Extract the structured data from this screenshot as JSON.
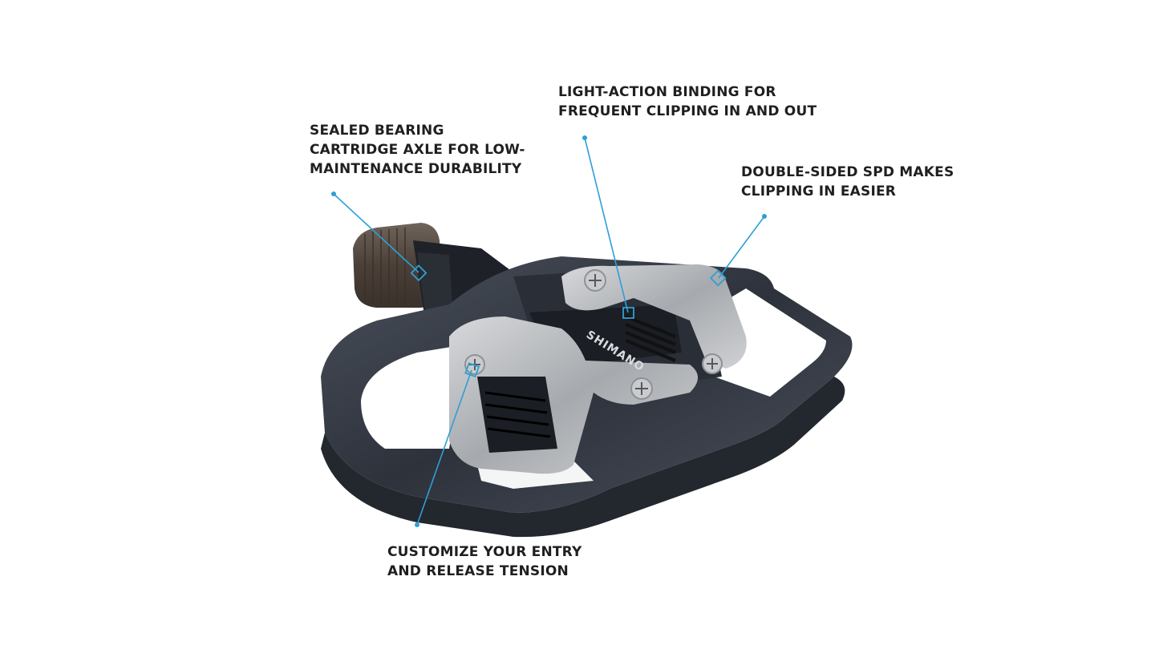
{
  "callouts": {
    "sealed_bearing": {
      "lines": [
        "SEALED BEARING",
        "CARTRIDGE AXLE FOR LOW-",
        "MAINTENANCE DURABILITY"
      ]
    },
    "light_action": {
      "lines": [
        "LIGHT-ACTION BINDING FOR",
        "FREQUENT CLIPPING IN AND OUT"
      ]
    },
    "double_sided": {
      "lines": [
        "DOUBLE-SIDED SPD MAKES",
        "CLIPPING IN EASIER"
      ]
    },
    "customize": {
      "lines": [
        "CUSTOMIZE YOUR ENTRY",
        "AND RELEASE TENSION"
      ]
    }
  },
  "product": {
    "brand_mark": "SHIMANO"
  },
  "colors": {
    "leader_line": "#2f9fd4",
    "text": "#1f1f1f",
    "pedal_body": "#3a3f4a",
    "binding": "#b9bcc0",
    "axle": "#5b4f45"
  }
}
